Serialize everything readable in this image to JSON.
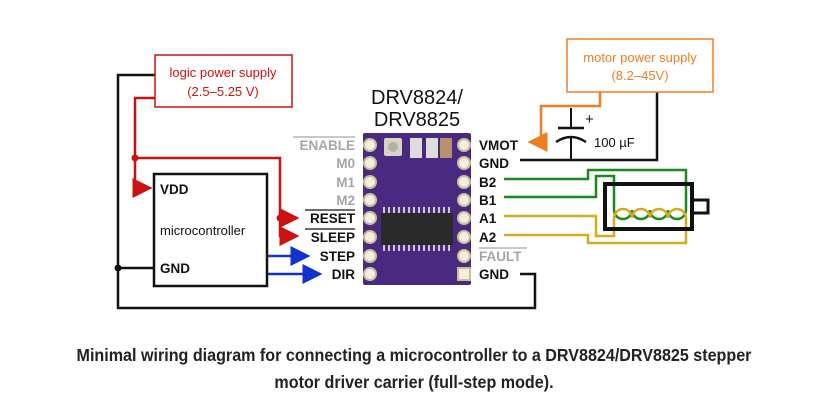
{
  "logic_supply": {
    "line1": "logic power supply",
    "line2": "(2.5–5.25 V)",
    "color": "#cc1111"
  },
  "motor_supply": {
    "line1": "motor power supply",
    "line2": "(8.2–45V)",
    "color": "#ef7d22"
  },
  "driver": {
    "title_line1": "DRV8824/",
    "title_line2": "DRV8825",
    "board_color": "#4a2a80"
  },
  "capacitor": {
    "label": "100 µF",
    "polarity": "+"
  },
  "microcontroller": {
    "label": "microcontroller",
    "vdd": "VDD",
    "gnd": "GND"
  },
  "left_pins": [
    "ENABLE",
    "M0",
    "M1",
    "M2",
    "RESET",
    "SLEEP",
    "STEP",
    "DIR"
  ],
  "right_pins": [
    "VMOT",
    "GND",
    "B2",
    "B1",
    "A1",
    "A2",
    "FAULT",
    "GND"
  ],
  "wire_colors": {
    "logic": "#cc1111",
    "motor": "#ef7d22",
    "signal": "#1133cc",
    "coil_b": "#1a8a1a",
    "coil_a": "#d4aa1e",
    "ground": "#111111"
  },
  "caption": {
    "line1": "Minimal wiring diagram for connecting a microcontroller to a DRV8824/DRV8825 stepper",
    "line2": "motor driver carrier (full-step mode)."
  }
}
